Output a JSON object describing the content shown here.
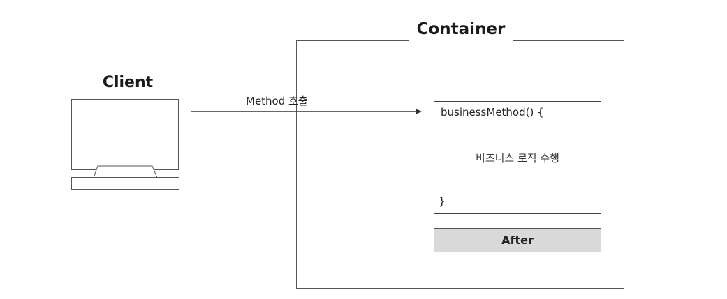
{
  "client": {
    "title": "Client"
  },
  "container": {
    "title": "Container"
  },
  "call": {
    "label": "Method 호출"
  },
  "business_method": {
    "signature": "businessMethod() {",
    "body": "비즈니스 로직 수행",
    "closing": "}"
  },
  "after": {
    "label": "After"
  }
}
